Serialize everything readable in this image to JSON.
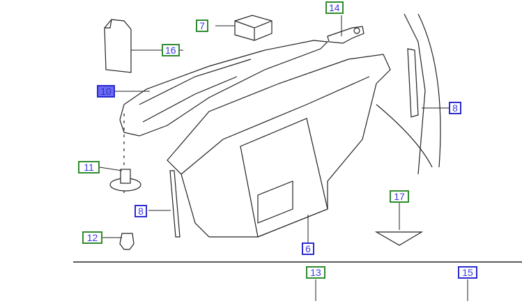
{
  "diagram": {
    "callouts": [
      {
        "id": "c14",
        "label": "14",
        "style": "green"
      },
      {
        "id": "c7",
        "label": "7",
        "style": "green"
      },
      {
        "id": "c16",
        "label": "16",
        "style": "green"
      },
      {
        "id": "c10",
        "label": "10",
        "style": "highlight"
      },
      {
        "id": "c8r",
        "label": "8",
        "style": "blue"
      },
      {
        "id": "c11",
        "label": "11",
        "style": "green"
      },
      {
        "id": "c8l",
        "label": "8",
        "style": "blue"
      },
      {
        "id": "c12",
        "label": "12",
        "style": "green"
      },
      {
        "id": "c17",
        "label": "17",
        "style": "green"
      },
      {
        "id": "c6",
        "label": "6",
        "style": "blue"
      },
      {
        "id": "c13",
        "label": "13",
        "style": "green"
      },
      {
        "id": "c15",
        "label": "15",
        "style": "blue"
      }
    ],
    "colors": {
      "green_border": "#2e8b2e",
      "blue_border": "#2a2ad0",
      "text": "#3a3adf",
      "highlight_fill": "#6a6af5"
    }
  }
}
